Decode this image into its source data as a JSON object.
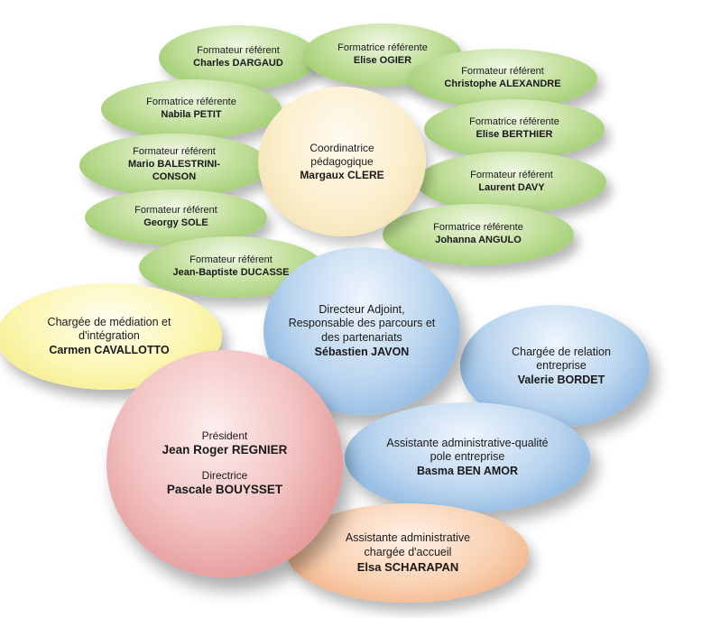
{
  "bubbles": {
    "charles": {
      "role": "Formateur référent",
      "name": "Charles DARGAUD"
    },
    "elise_ogier": {
      "role": "Formatrice référente",
      "name": "Elise OGIER"
    },
    "christophe": {
      "role": "Formateur référent",
      "name": "Christophe ALEXANDRE"
    },
    "nabila": {
      "role": "Formatrice référente",
      "name": "Nabila PETIT"
    },
    "elise_berthier": {
      "role": "Formatrice référente",
      "name": "Elise BERTHIER"
    },
    "mario": {
      "role": "Formateur référent",
      "name": "Mario BALESTRINI-CONSON"
    },
    "laurent": {
      "role": "Formateur référent",
      "name": "Laurent DAVY"
    },
    "georgy": {
      "role": "Formateur référent",
      "name": "Georgy SOLE"
    },
    "johanna": {
      "role": "Formatrice référente",
      "name": "Johanna ANGULO"
    },
    "jeanbaptiste": {
      "role": "Formateur référent",
      "name": "Jean-Baptiste DUCASSE"
    },
    "margaux": {
      "role": "Coordinatrice pédagogique",
      "name": "Margaux CLERE"
    },
    "carmen": {
      "role": "Chargée de médiation et d'intégration",
      "name": "Carmen CAVALLOTTO"
    },
    "sebastien": {
      "role": "Directeur Adjoint, Responsable des parcours et des partenariats",
      "name": "Sébastien JAVON"
    },
    "valerie": {
      "role": "Chargée de relation entreprise",
      "name": "Valerie BORDET"
    },
    "basma": {
      "role": "Assistante administrative-qualité pole entreprise",
      "name": "Basma BEN AMOR"
    },
    "elsa": {
      "role": "Assistante administrative chargée d'accueil",
      "name": "Elsa SCHARAPAN"
    },
    "president": {
      "role1": "Président",
      "name1": "Jean Roger REGNIER",
      "role2": "Directrice",
      "name2": "Pascale BOUYSSET"
    }
  }
}
